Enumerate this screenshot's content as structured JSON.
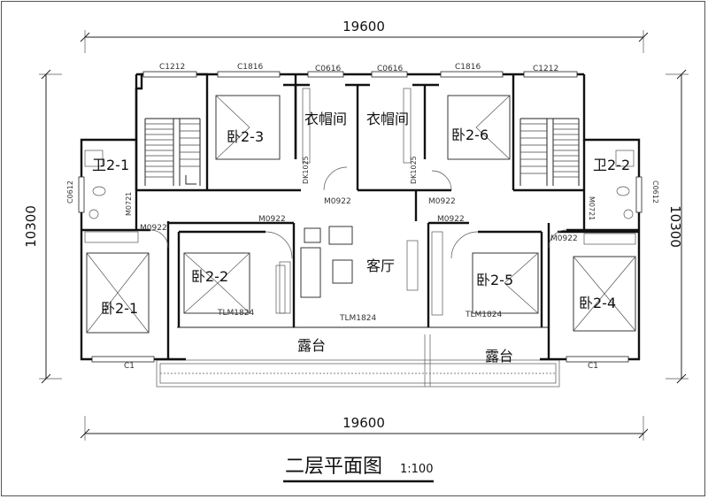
{
  "drawing": {
    "title": "二层平面图",
    "scale": "1:100",
    "dimensions": {
      "top_width": "19600",
      "bottom_width": "19600",
      "left_height": "10300",
      "right_height": "10300"
    },
    "rooms": {
      "bath_left": "卫2-1",
      "bath_right": "卫2-2",
      "bed_2_1": "卧2-1",
      "bed_2_2": "卧2-2",
      "bed_2_3": "卧2-3",
      "bed_2_4": "卧2-4",
      "bed_2_5": "卧2-5",
      "bed_2_6": "卧2-6",
      "closet_left": "衣帽间",
      "closet_right": "衣帽间",
      "living": "客厅",
      "terrace_left": "露台",
      "terrace_right": "露台"
    },
    "openings": {
      "win_c1212_left": "C1212",
      "win_c1816_left": "C1816",
      "win_c0616_left": "C0616",
      "win_c0616_right": "C0616",
      "win_c1816_right": "C1816",
      "win_c1212_right": "C1212",
      "win_c0612_left": "C0612",
      "win_c0612_right": "C0612",
      "win_c1_left": "C1",
      "win_c1_right": "C1",
      "door_m0721_left": "M0721",
      "door_m0721_right": "M0721",
      "door_m0922_a": "M0922",
      "door_m0922_b": "M0922",
      "door_m0922_c": "M0922",
      "door_m0922_d": "M0922",
      "door_m0922_e": "M0922",
      "door_m0922_f": "M0922",
      "door_dk1025_left": "DK1025",
      "door_dk1025_right": "DK1025",
      "door_tlm1824_a": "TLM1824",
      "door_tlm1824_b": "TLM1824",
      "door_tlm1824_c": "TLM1824"
    }
  }
}
